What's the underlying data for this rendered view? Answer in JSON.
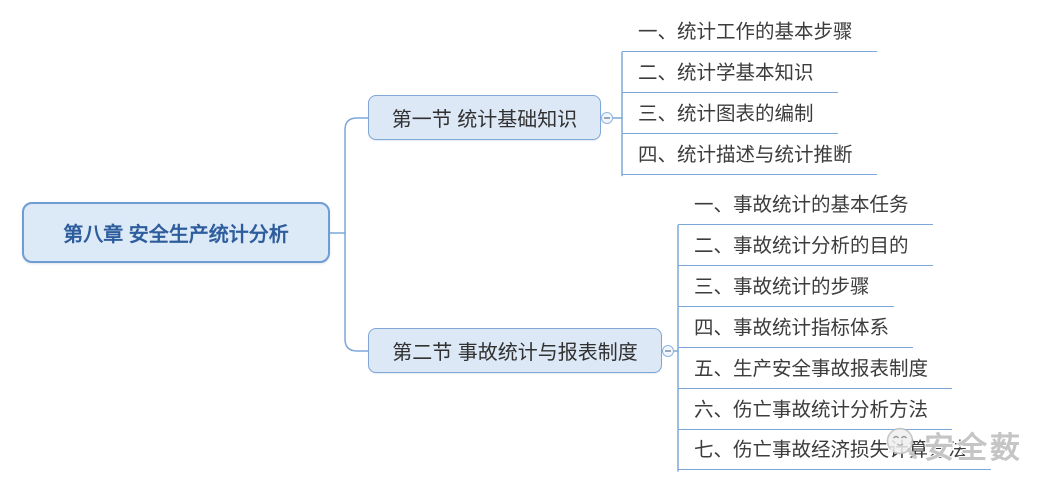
{
  "root": {
    "label": "第八章 安全生产统计分析"
  },
  "branches": [
    {
      "label": "第一节 统计基础知识",
      "children": [
        "一、统计工作的基本步骤",
        "二、统计学基本知识",
        "三、统计图表的编制",
        "四、统计描述与统计推断"
      ]
    },
    {
      "label": "第二节 事故统计与报表制度",
      "children": [
        "一、事故统计的基本任务",
        "二、事故统计分析的目的",
        "三、事故统计的步骤",
        "四、事故统计指标体系",
        "五、生产安全事故报表制度",
        "六、伤亡事故统计分析方法",
        "七、伤亡事故经济损失计算方法"
      ]
    }
  ],
  "watermark": {
    "text": "安全薮",
    "icon": "magnifier-mascot-icon"
  },
  "icons": {
    "collapse": "minus-circle"
  },
  "colors": {
    "connector": "#7da7d8",
    "node_fill": "#dce8f6",
    "node_border": "#7fa7d7",
    "root_fill": "#dce9f7",
    "root_border": "#6f9cd3",
    "root_text": "#2e5d9d",
    "leaf_text": "#3c3c3c"
  }
}
